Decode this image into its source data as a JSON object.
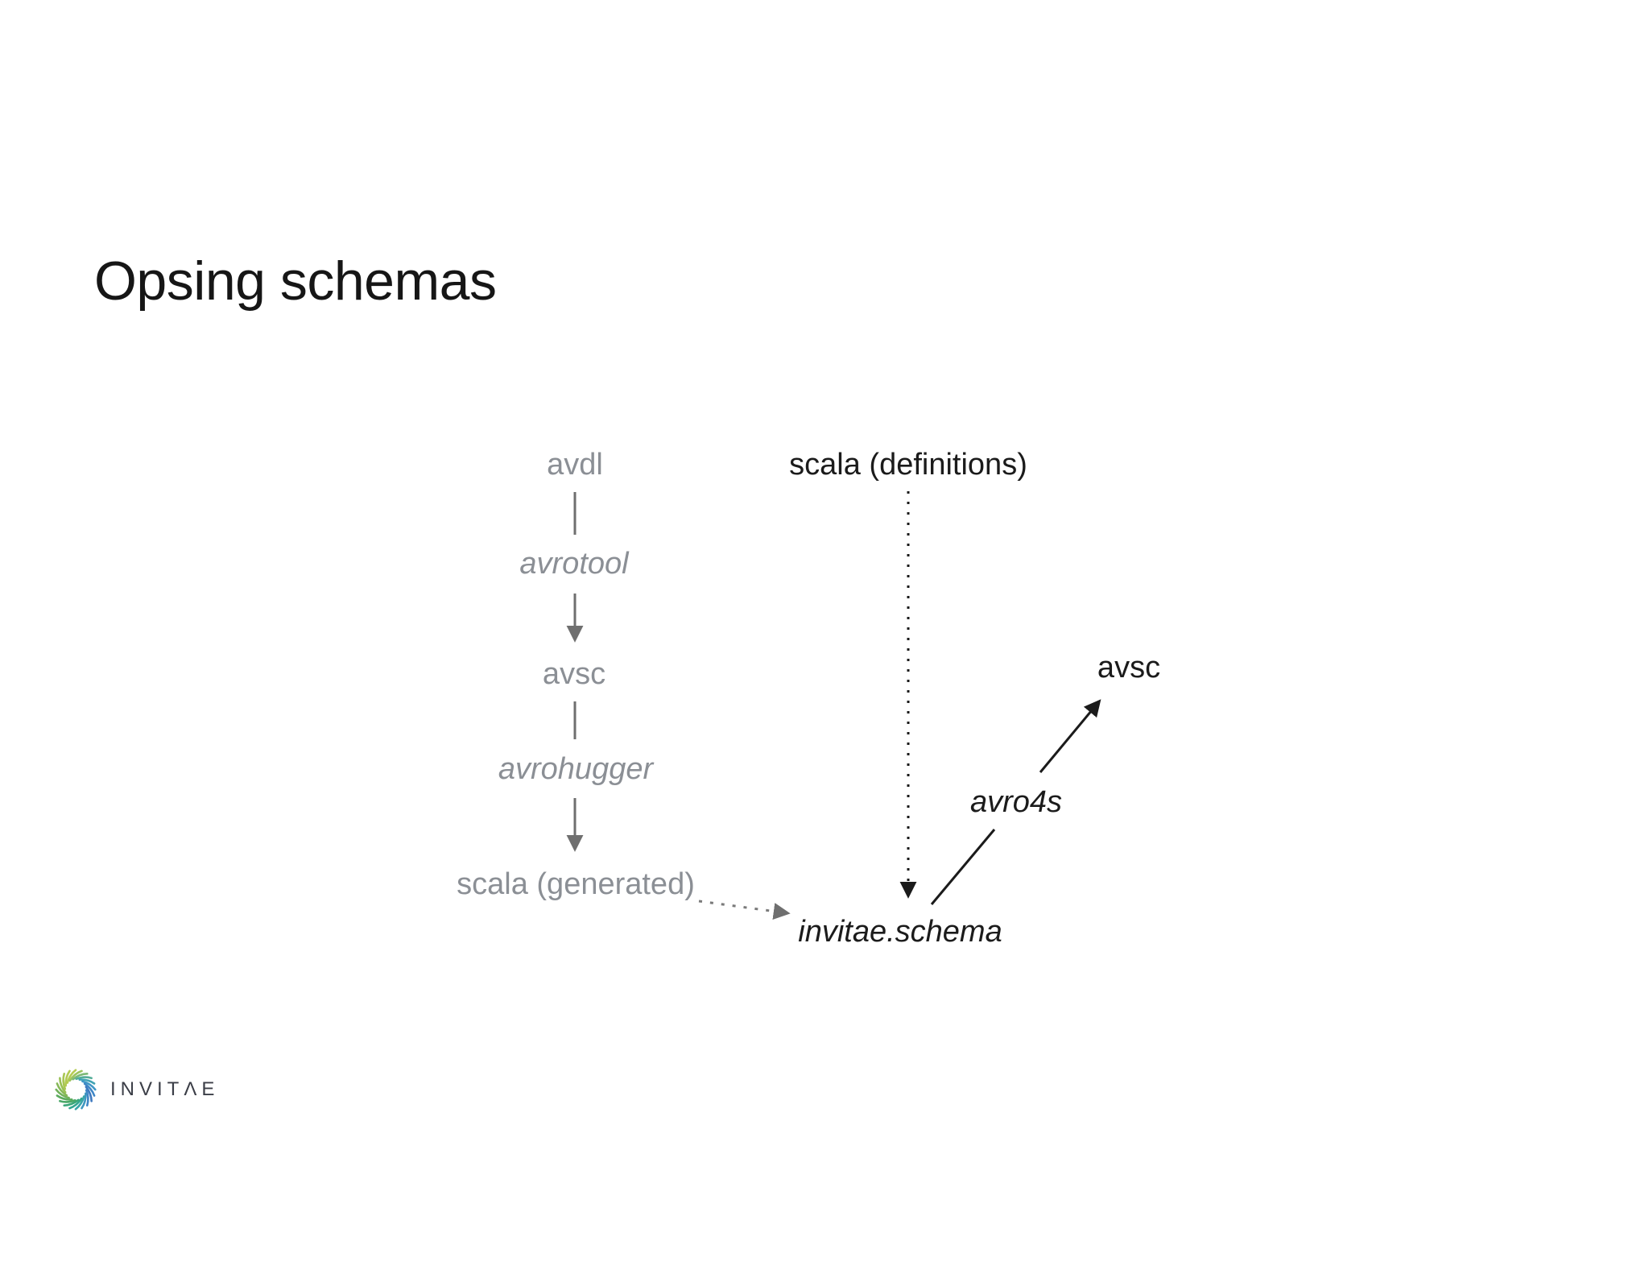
{
  "slide": {
    "title": "Opsing schemas",
    "background_color": "#ffffff"
  },
  "diagram": {
    "text_color_primary": "#1b1b1b",
    "text_color_muted": "#8b8f95",
    "arrow_color_muted": "#6f6f6f",
    "nodes": {
      "avdl": "avdl",
      "avrotool": "avrotool",
      "avsc_left": "avsc",
      "avrohugger": "avrohugger",
      "scala_generated": "scala (generated)",
      "scala_definitions": "scala (definitions)",
      "invitae_schema": "invitae.schema",
      "avro4s": "avro4s",
      "avsc_right": "avsc"
    },
    "edges": [
      {
        "from": "avdl",
        "to": "avrotool",
        "style": "solid",
        "color": "gray",
        "arrow": false
      },
      {
        "from": "avrotool",
        "to": "avsc",
        "style": "solid",
        "color": "gray",
        "arrow": true
      },
      {
        "from": "avsc",
        "to": "avrohugger",
        "style": "solid",
        "color": "gray",
        "arrow": false
      },
      {
        "from": "avrohugger",
        "to": "scala (generated)",
        "style": "solid",
        "color": "gray",
        "arrow": true
      },
      {
        "from": "scala (generated)",
        "to": "invitae.schema",
        "style": "dotted",
        "color": "gray",
        "arrow": true
      },
      {
        "from": "scala (definitions)",
        "to": "invitae.schema",
        "style": "dotted",
        "color": "black",
        "arrow": true
      },
      {
        "from": "invitae.schema",
        "to": "avsc",
        "via_label": "avro4s",
        "style": "solid",
        "color": "black",
        "arrow": true
      }
    ]
  },
  "logo": {
    "text": "INVITΛE",
    "wordmark_color": "#3b3e47",
    "swirl_colors": [
      "#b5cc52",
      "#9cc45e",
      "#7cb977",
      "#55ad99",
      "#41a3b4",
      "#3f97c6",
      "#3f86c6",
      "#3d78be",
      "#3f86c6",
      "#3e97c0",
      "#38a4a8",
      "#32a68f",
      "#3aa679",
      "#4aa868",
      "#5cab5e",
      "#71b15a",
      "#86b857",
      "#98c054",
      "#a8c653",
      "#b1ca52"
    ]
  }
}
